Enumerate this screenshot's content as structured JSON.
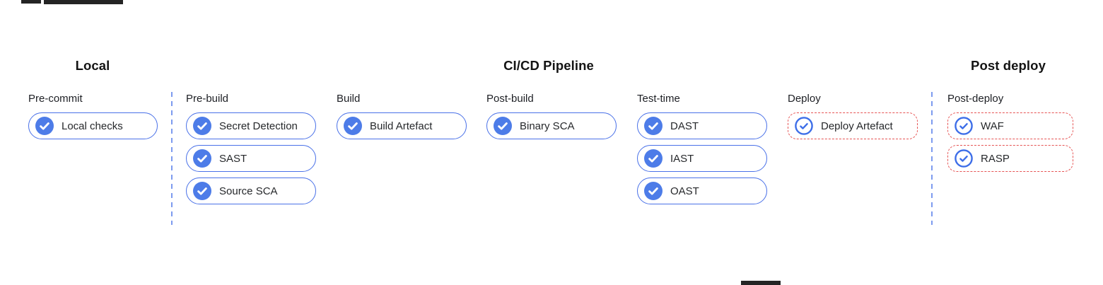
{
  "sections": [
    {
      "title": "Local"
    },
    {
      "title": "CI/CD Pipeline"
    },
    {
      "title": "Post deploy"
    }
  ],
  "columns": [
    {
      "label": "Pre-commit",
      "items": [
        {
          "label": "Local checks",
          "status": "enabled"
        }
      ]
    },
    {
      "label": "Pre-build",
      "items": [
        {
          "label": "Secret Detection",
          "status": "enabled"
        },
        {
          "label": "SAST",
          "status": "enabled"
        },
        {
          "label": "Source SCA",
          "status": "enabled"
        }
      ]
    },
    {
      "label": "Build",
      "items": [
        {
          "label": "Build Artefact",
          "status": "enabled"
        }
      ]
    },
    {
      "label": "Post-build",
      "items": [
        {
          "label": "Binary SCA",
          "status": "enabled"
        }
      ]
    },
    {
      "label": "Test-time",
      "items": [
        {
          "label": "DAST",
          "status": "enabled"
        },
        {
          "label": "IAST",
          "status": "enabled"
        },
        {
          "label": "OAST",
          "status": "enabled"
        }
      ]
    },
    {
      "label": "Deploy",
      "items": [
        {
          "label": "Deploy Artefact",
          "status": "planned"
        }
      ]
    },
    {
      "label": "Post-deploy",
      "items": [
        {
          "label": "WAF",
          "status": "planned"
        },
        {
          "label": "RASP",
          "status": "planned"
        }
      ]
    }
  ],
  "icons": {
    "enabled": "check-circle-filled-icon",
    "planned": "check-circle-outline-icon"
  },
  "colors": {
    "accent_blue_border": "#4a71e8",
    "icon_blue_fill": "#4d7ce8",
    "separator_blue": "#7d9bef",
    "planned_red": "#e65454",
    "text_dark": "#1d1f24",
    "background": "#ffffff"
  }
}
